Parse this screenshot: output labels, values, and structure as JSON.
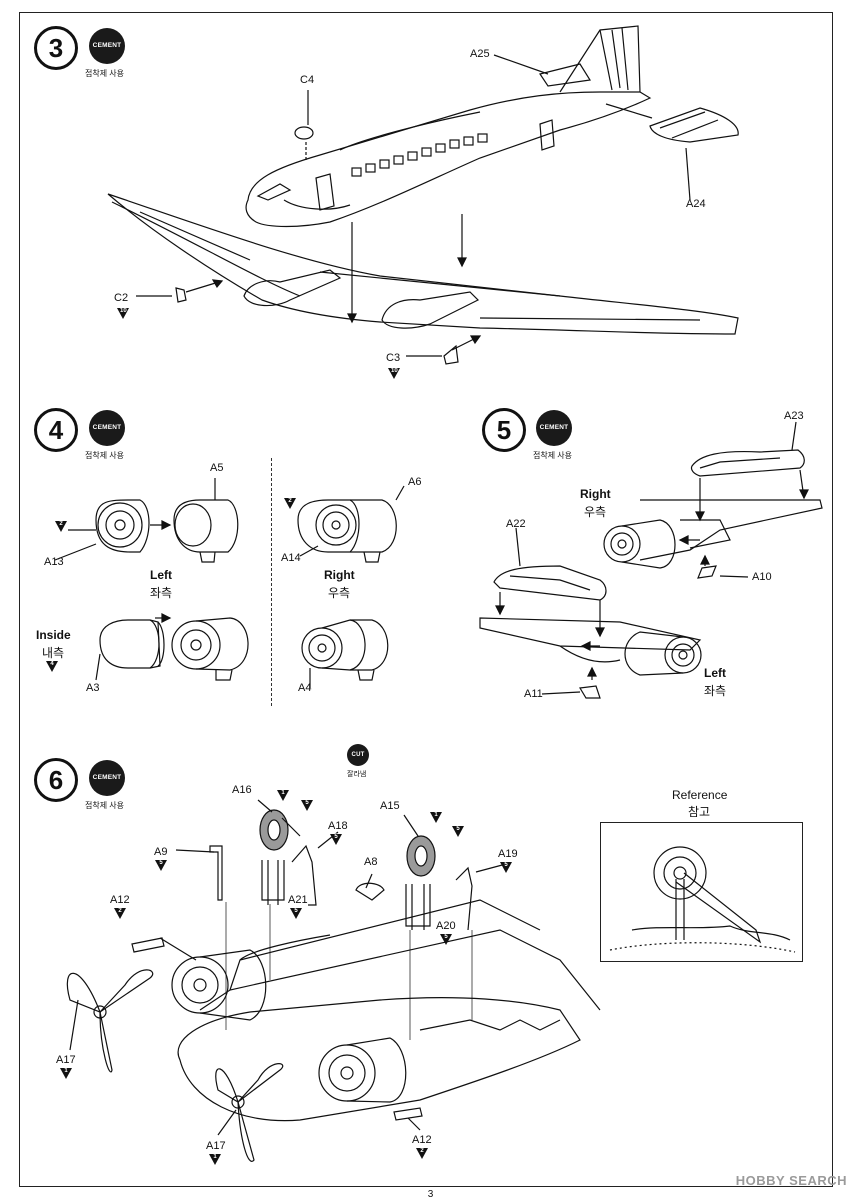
{
  "steps": [
    {
      "number": "3",
      "cement": "CEMENT",
      "cement_note": "접착제 사용"
    },
    {
      "number": "4",
      "cement": "CEMENT",
      "cement_note": "접착제 사용"
    },
    {
      "number": "5",
      "cement": "CEMENT",
      "cement_note": "접착제 사용"
    },
    {
      "number": "6",
      "cement": "CEMENT",
      "cement_note": "접착제 사용"
    }
  ],
  "cut_icon": {
    "label": "CUT",
    "note": "잘라냄"
  },
  "parts": {
    "a25": "A25",
    "c4": "C4",
    "a24": "A24",
    "c2": "C2",
    "c3": "C3",
    "a5": "A5",
    "a13": "A13",
    "a6": "A6",
    "a14": "A14",
    "a3": "A3",
    "a4": "A4",
    "a23": "A23",
    "a22": "A22",
    "a10": "A10",
    "a11": "A11",
    "a16": "A16",
    "a15": "A15",
    "a9": "A9",
    "a18": "A18",
    "a8": "A8",
    "a19": "A19",
    "a12_top": "A12",
    "a21": "A21",
    "a20": "A20",
    "a17_left": "A17",
    "a17_bottom": "A17",
    "a12_bottom": "A12"
  },
  "paint_refs": {
    "c2": "10",
    "c3": "10",
    "a13": "2",
    "a6": "2",
    "a3": "4",
    "a16_tire": "1",
    "a16_hub": "5",
    "a18": "5",
    "a21": "5",
    "a15_tire": "1",
    "a15_hub": "5",
    "a19": "5",
    "a20": "5",
    "a9": "5",
    "a12_top": "2",
    "a17_left": "1",
    "a17_bottom": "1",
    "a12_bottom": "2"
  },
  "labels": {
    "left_en": "Left",
    "left_ko": "좌측",
    "right_en": "Right",
    "right_ko": "우측",
    "inside_en": "Inside",
    "inside_ko": "내측",
    "s5_right_en": "Right",
    "s5_right_ko": "우측",
    "s5_left_en": "Left",
    "s5_left_ko": "좌측",
    "reference_en": "Reference",
    "reference_ko": "참고"
  },
  "page_number": "3",
  "watermark": "HOBBY SEARCH"
}
